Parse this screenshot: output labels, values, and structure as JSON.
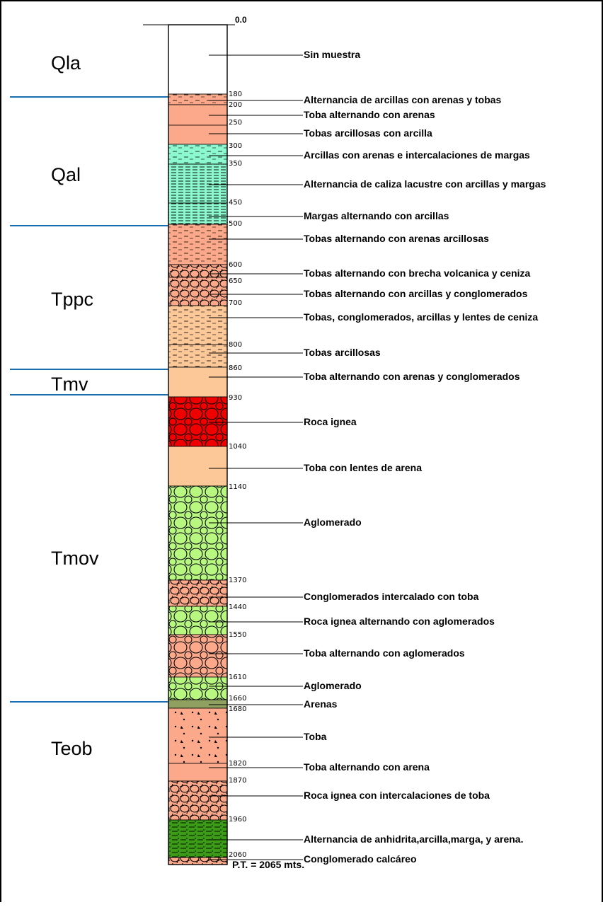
{
  "top_depth": "0.0",
  "total_depth": "P.T. = 2065 mts.",
  "formations": [
    {
      "name": "Qla"
    },
    {
      "name": "Qal"
    },
    {
      "name": "Tppc"
    },
    {
      "name": "Tmv"
    },
    {
      "name": "Tmov"
    },
    {
      "name": "Teob"
    }
  ],
  "depth_ticks": [
    "180",
    "200",
    "250",
    "300",
    "350",
    "450",
    "500",
    "600",
    "650",
    "700",
    "800",
    "860",
    "930",
    "1040",
    "1140",
    "1370",
    "1440",
    "1550",
    "1610",
    "1660",
    "1680",
    "1820",
    "1870",
    "1960",
    "2060"
  ],
  "lithology": [
    {
      "description": "Sin muestra"
    },
    {
      "description": "Alternancia de arcillas con arenas y tobas"
    },
    {
      "description": "Toba alternando con arenas"
    },
    {
      "description": "Tobas arcillosas con arcilla"
    },
    {
      "description": "Arcillas con arenas e intercalaciones de margas"
    },
    {
      "description": "Alternancia de caliza lacustre con arcillas y margas"
    },
    {
      "description": "Margas alternando con arcillas"
    },
    {
      "description": "Tobas alternando con arenas arcillosas"
    },
    {
      "description": "Tobas alternando con brecha volcanica y ceniza"
    },
    {
      "description": "Tobas alternando con arcillas y conglomerados"
    },
    {
      "description": "Tobas, conglomerados, arcillas y lentes de ceniza"
    },
    {
      "description": "Tobas arcillosas"
    },
    {
      "description": "Toba alternando con arenas y conglomerados"
    },
    {
      "description": "Roca ignea"
    },
    {
      "description": "Toba con lentes de arena"
    },
    {
      "description": "Aglomerado"
    },
    {
      "description": "Conglomerados intercalado con toba"
    },
    {
      "description": "Roca ignea alternando con aglomerados"
    },
    {
      "description": "Toba alternando con aglomerados"
    },
    {
      "description": "Aglomerado"
    },
    {
      "description": "Arenas"
    },
    {
      "description": "Toba"
    },
    {
      "description": "Toba alternando con arena"
    },
    {
      "description": "Roca ignea con intercalaciones de toba"
    },
    {
      "description": "Alternancia de anhidrita,arcilla,marga, y arena."
    },
    {
      "description": "Conglomerado calcáreo"
    }
  ],
  "colors": {
    "toba": "#fca88a",
    "toba_light": "#fcc898",
    "arcilla_marga": "#8cf8d0",
    "roca_ignea": "#f00000",
    "aglomerado": "#b8f880",
    "arenas": "#90a060",
    "anhidrita": "#3c9c18",
    "boundary": "#1a6fb0"
  }
}
